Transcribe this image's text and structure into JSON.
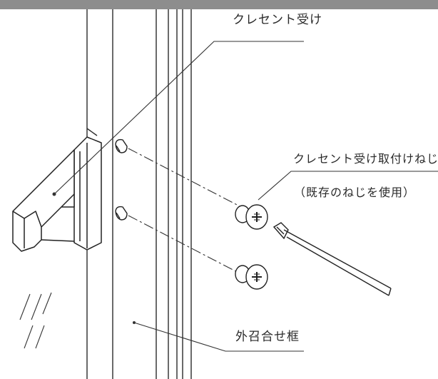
{
  "diagram": {
    "labels": {
      "crescent_receiver": "クレセント受け",
      "receiver_screws": "クレセント受け取付けねじ",
      "existing_screws_note": "（既存のねじを使用）",
      "outer_meeting_stile": "外召合せ框"
    }
  }
}
